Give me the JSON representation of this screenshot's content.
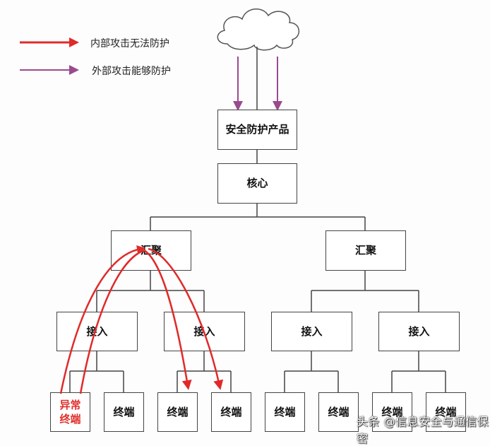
{
  "legend": {
    "internal": {
      "label": "内部攻击无法防护",
      "color": "#e02a2a"
    },
    "external": {
      "label": "外部攻击能够防护",
      "color": "#9a4a8f"
    }
  },
  "nodes": {
    "cloud": {
      "label": ""
    },
    "security_product": {
      "label": "安全防护产品"
    },
    "core": {
      "label": "核心"
    },
    "aggregation_left": {
      "label": "汇聚"
    },
    "aggregation_right": {
      "label": "汇聚"
    },
    "access": [
      {
        "label": "接入"
      },
      {
        "label": "接入"
      },
      {
        "label": "接入"
      },
      {
        "label": "接入"
      }
    ],
    "terminals": [
      {
        "label": "异常\n终端",
        "abnormal": true
      },
      {
        "label": "终端"
      },
      {
        "label": "终端"
      },
      {
        "label": "终端"
      },
      {
        "label": "终端"
      },
      {
        "label": "终端"
      },
      {
        "label": "终端"
      },
      {
        "label": "终端"
      }
    ]
  },
  "colors": {
    "line": "#444444",
    "attack_internal": "#e02a2a",
    "attack_external": "#9a4a8f",
    "abnormal_text": "#e0302c"
  },
  "watermark": "头条 @信息安全与通信保密"
}
